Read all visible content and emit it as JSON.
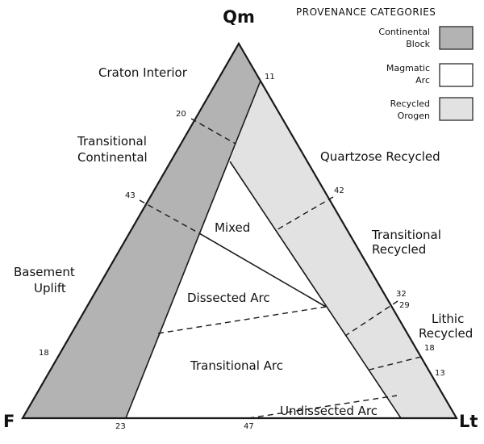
{
  "vertices": {
    "top": "Qm",
    "left": "F",
    "right": "Lt"
  },
  "colors": {
    "continental_block": "#b3b3b3",
    "magmatic_arc": "#ffffff",
    "recycled_orogen": "#e2e2e2",
    "outline": "#1a1a1a"
  },
  "legend": {
    "title": "PROVENANCE CATEGORIES",
    "continental_block": [
      "Continental",
      "Block"
    ],
    "magmatic_arc": [
      "Magmatic",
      "Arc"
    ],
    "recycled_orogen": [
      "Recycled",
      "Orogen"
    ]
  },
  "regions": {
    "craton_interior": "Craton Interior",
    "transitional_continental": [
      "Transitional",
      "Continental"
    ],
    "basement_uplift": [
      "Basement",
      "Uplift"
    ],
    "quartzose_recycled": "Quartzose Recycled",
    "transitional_recycled": [
      "Transitional",
      "Recycled"
    ],
    "lithic_recycled": [
      "Lithic",
      "Recycled"
    ],
    "mixed": "Mixed",
    "dissected_arc": "Dissected Arc",
    "transitional_arc": "Transitional Arc",
    "undissected_arc": "Undissected Arc"
  },
  "ticks": {
    "left_20": "20",
    "left_43": "43",
    "left_18": "18",
    "right_11": "11",
    "right_42": "42",
    "right_32": "32",
    "right_29": "29",
    "right_18": "18",
    "right_13": "13",
    "base_23": "23",
    "base_47": "47"
  }
}
